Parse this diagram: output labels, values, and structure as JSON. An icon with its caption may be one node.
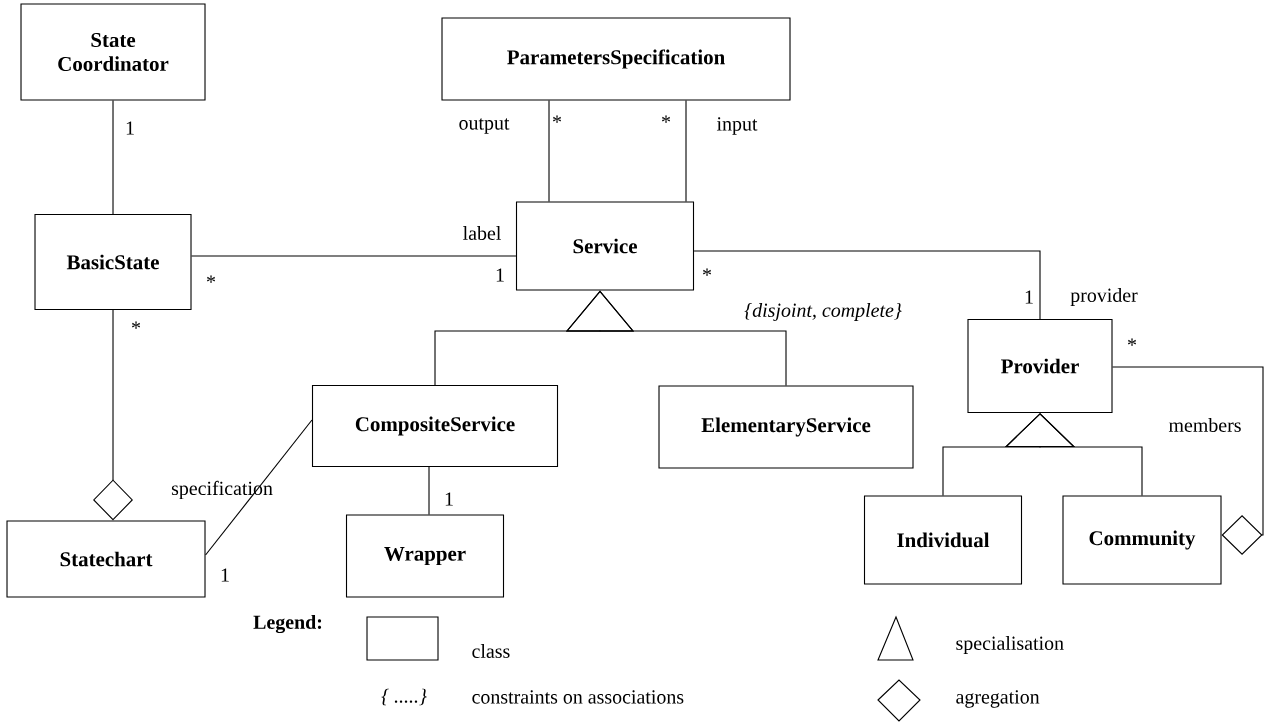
{
  "diagram": {
    "nodes": [
      {
        "text": [
          "State Coordinator"
        ]
      },
      {
        "text": [
          "ParametersSpecification"
        ]
      },
      {
        "text": [
          "BasicState"
        ]
      },
      {
        "text": [
          "Service"
        ]
      },
      {
        "text": [
          "Provider"
        ]
      },
      {
        "text": [
          "CompositeService"
        ]
      },
      {
        "text": [
          "ElementaryService"
        ]
      },
      {
        "text": [
          "Statechart"
        ]
      },
      {
        "text": [
          "Wrapper"
        ]
      },
      {
        "text": [
          "Individual"
        ]
      },
      {
        "text": [
          "Community"
        ]
      }
    ],
    "edges": [
      {
        "from": 0,
        "to": 2,
        "arrow": "none"
      },
      {
        "from": 1,
        "to": 3,
        "arrow": "none"
      },
      {
        "from": 1,
        "to": 3,
        "arrow": "none"
      },
      {
        "from": 2,
        "to": 3,
        "arrow": "none"
      },
      {
        "from": 3,
        "to": 4,
        "arrow": "none"
      },
      {
        "from": 5,
        "to": 3,
        "arrow": "to"
      },
      {
        "from": 6,
        "to": 3,
        "arrow": "to"
      },
      {
        "from": 9,
        "to": 4,
        "arrow": "to"
      },
      {
        "from": 10,
        "to": 4,
        "arrow": "to"
      },
      {
        "from": 7,
        "to": 5,
        "arrow": "none"
      },
      {
        "from": 8,
        "to": 5,
        "arrow": "none"
      },
      {
        "from": 2,
        "to": 7,
        "arrow": "other"
      },
      {
        "from": 4,
        "to": 10,
        "arrow": "other"
      }
    ],
    "labels": [
      "1",
      "output",
      "*",
      "*",
      "input",
      "label",
      "*",
      "1",
      "*",
      "1",
      "provider",
      "{disjoint, complete}",
      "*",
      "*",
      "members",
      "specification",
      "1",
      "1",
      "Legend:",
      "{ .....}"
    ],
    "legend": [
      {
        "text": "class"
      },
      {
        "text": "constraints on associations"
      },
      {
        "text": "specialisation"
      },
      {
        "text": "agregation"
      }
    ]
  }
}
